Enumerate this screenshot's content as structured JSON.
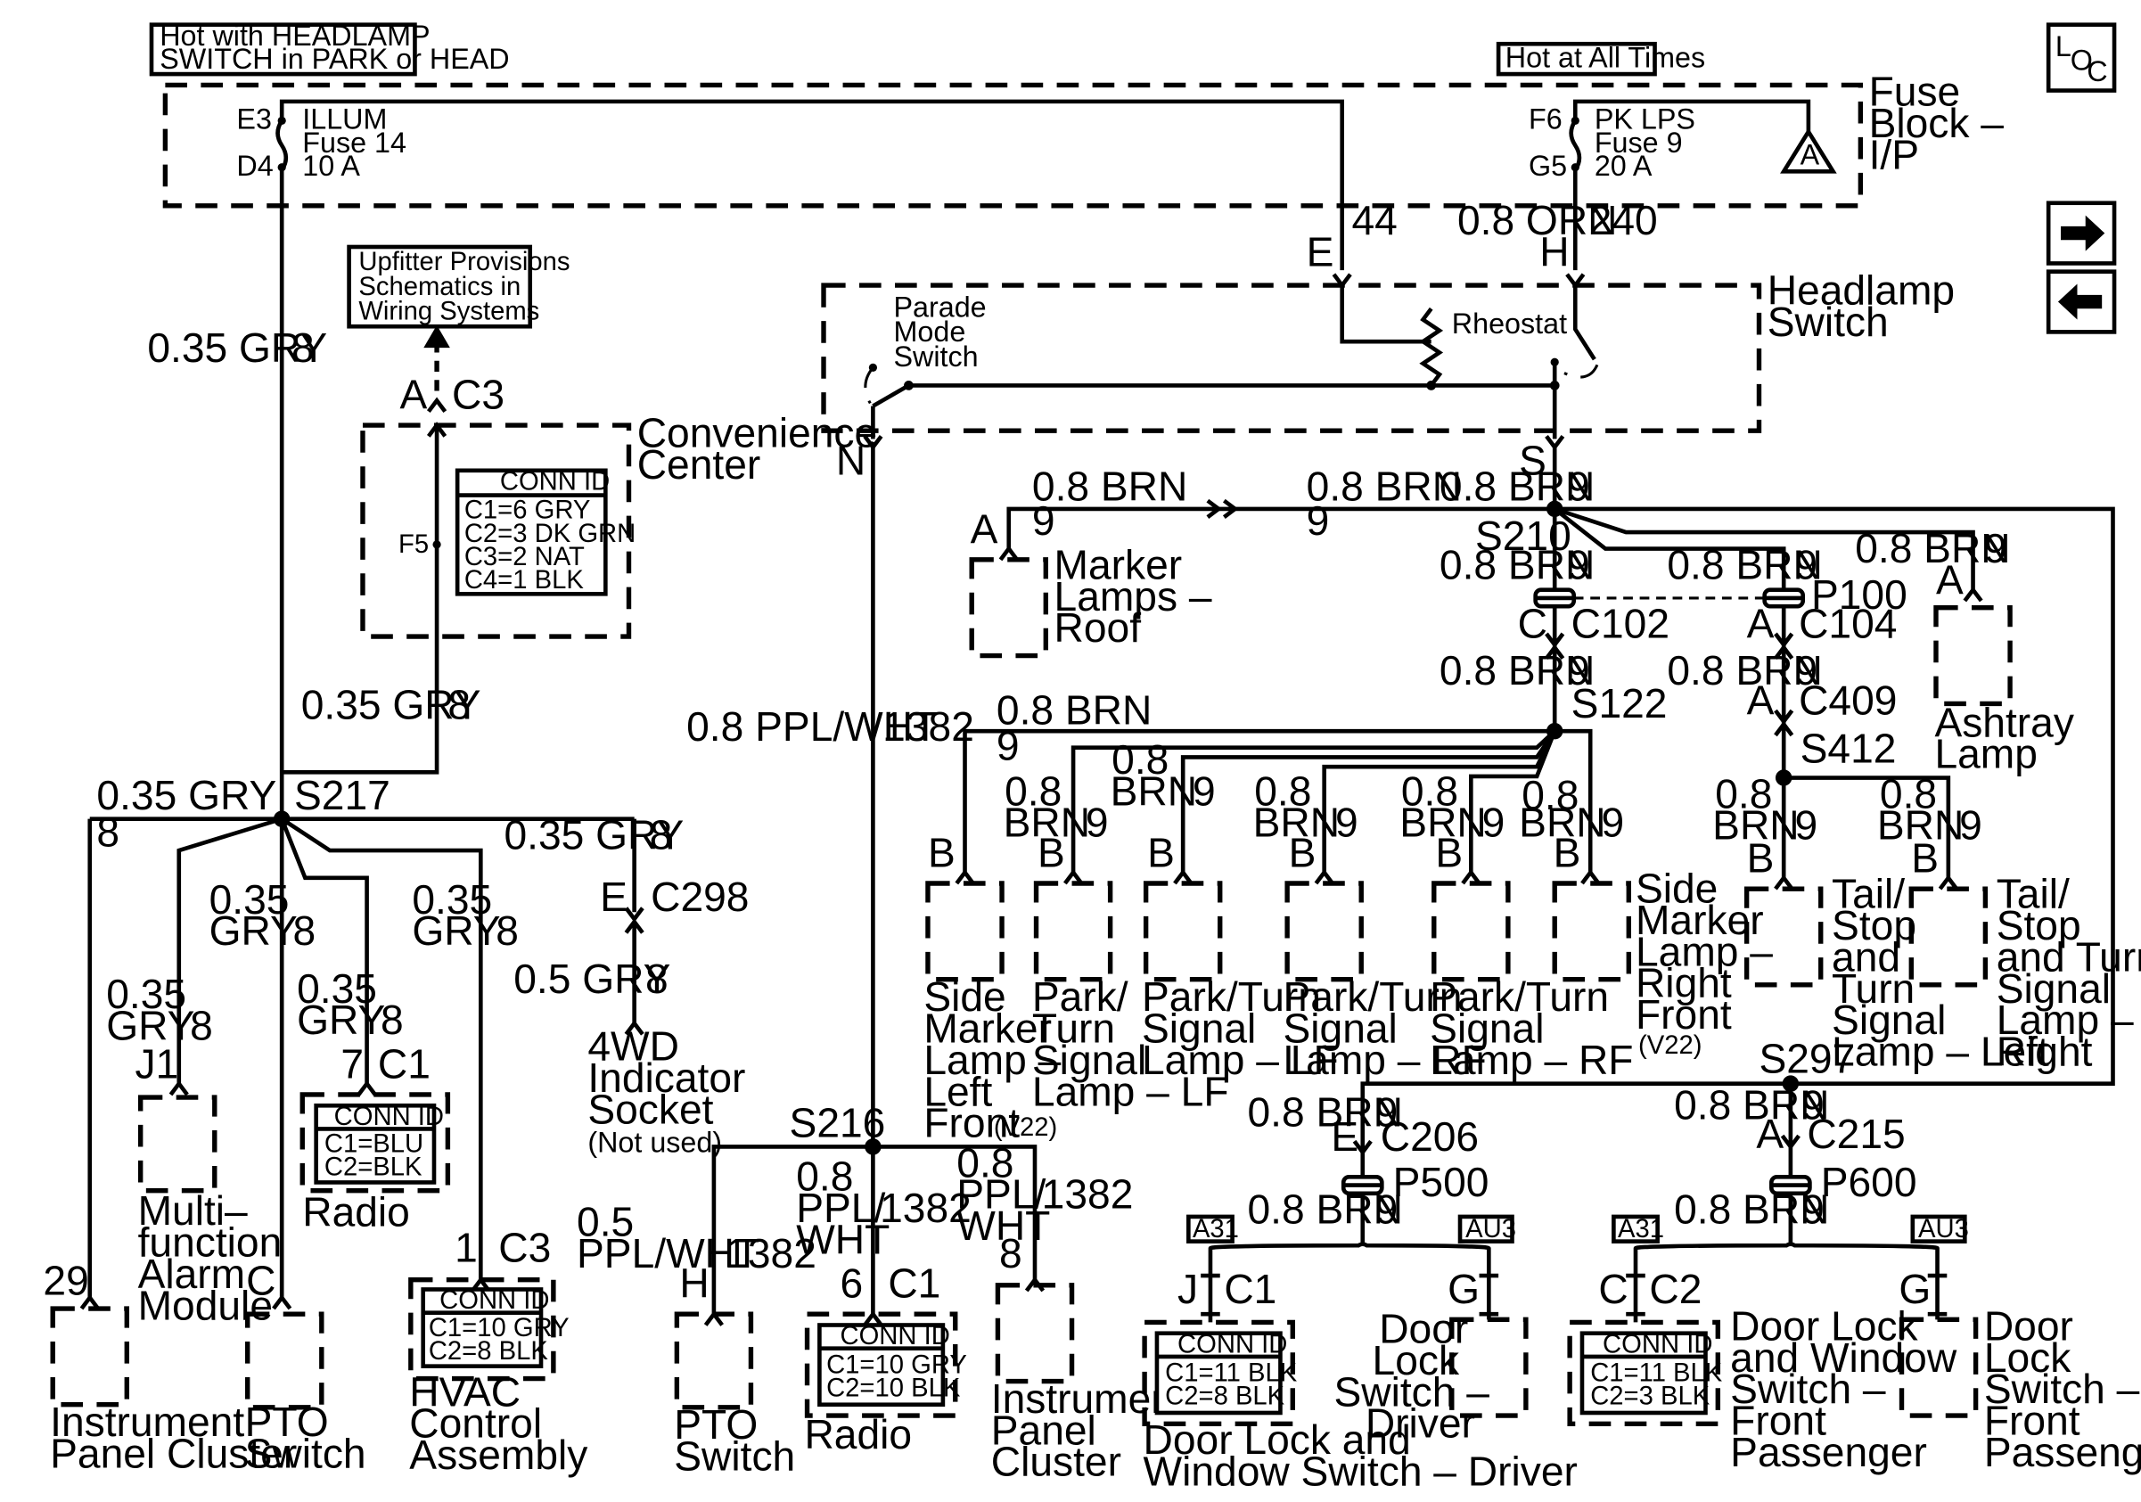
{
  "header": {
    "hot_headlamp": [
      "Hot with HEADLAMP",
      "SWITCH in PARK or HEAD"
    ],
    "hot_all_times": "Hot at All Times",
    "loc_icon": "LOC-icon"
  },
  "fuse_block": {
    "name": [
      "Fuse",
      "Block –",
      "I/P"
    ],
    "illum": {
      "top_pin": "E3",
      "bottom_pin": "D4",
      "lines": [
        "ILLUM",
        "Fuse 14",
        "10 A"
      ]
    },
    "pklps": {
      "top_pin": "F6",
      "bottom_pin": "G5",
      "lines": [
        "PK LPS",
        "Fuse 9",
        "20 A"
      ]
    },
    "triangle": "A"
  },
  "headlamp_switch": {
    "name": [
      "Headlamp",
      "Switch"
    ],
    "parade": [
      "Parade",
      "Mode",
      "Switch"
    ],
    "rheostat": "Rheostat",
    "pin_e": "E",
    "pin_h": "H",
    "pin_n": "N",
    "pin_s": "S"
  },
  "wires": {
    "w44": "44",
    "orn": "0.8 ORN",
    "w240": "240",
    "gry": "0.35 GRY",
    "gry_half": "0.5 GRY",
    "n8": "8",
    "n9": "9",
    "n29": "29",
    "brn": "0.8 BRN",
    "num_08": "0.8",
    "brn_word": "BRN",
    "pplwht": "0.8 PPL/WHT",
    "ppl_half": "0.5",
    "ppl_word": "PPL/WHT",
    "ppl_short": "PPL/",
    "wht": "WHT",
    "n1382": "1382",
    "num_035": "0.35",
    "gry_word": "GRY"
  },
  "upfitter": [
    "Upfitter Provisions",
    "Schematics in",
    "Wiring Systems"
  ],
  "convenience": {
    "name": [
      "Convenience",
      "Center"
    ],
    "pin_a": "A",
    "conn": "C3",
    "pin_f5": "F5",
    "conn_id": {
      "title": "CONN ID",
      "rows": [
        "C1=6 GRY",
        "C2=3 DK GRN",
        "C3=2 NAT",
        "C4=1 BLK"
      ]
    }
  },
  "splices": {
    "s217": "S217",
    "s216": "S216",
    "s210": "S210",
    "s122": "S122",
    "s412": "S412",
    "s297": "S297"
  },
  "connectors": {
    "c298_pin": "E",
    "c298": "C298",
    "c102_pin": "C",
    "c102": "C102",
    "p100": "P100",
    "c104_pin": "A",
    "c104": "C104",
    "c409_pin": "A",
    "c409": "C409",
    "c206_pin": "E",
    "c206": "C206",
    "c215_pin": "A",
    "c215": "C215",
    "p500": "P500",
    "p600": "P600",
    "pin_a": "A",
    "pin_b": "B",
    "pin_c": "C",
    "pin_g": "G",
    "pin_h": "H",
    "pin_j": "J",
    "c1": "C1",
    "c2": "C2",
    "c3": "C3",
    "j1": "J1",
    "n1": "1",
    "n6": "6",
    "n7": "7"
  },
  "options": {
    "a31": "A31",
    "au3": "AU3"
  },
  "components": {
    "marker_roof": [
      "Marker",
      "Lamps –",
      "Roof"
    ],
    "ashtray": [
      "Ashtray",
      "Lamp"
    ],
    "fwd_socket": [
      "4WD",
      "Indicator",
      "Socket"
    ],
    "not_used": "(Not used)",
    "side_marker_left": [
      "Side",
      "Marker",
      "Lamp –",
      "Left",
      "Front"
    ],
    "v22": "(V22)",
    "park_turn_lf": [
      "Park/",
      "Turn",
      "Signal",
      "Lamp – LF"
    ],
    "park_turn_signal_lf": [
      "Park/Turn",
      "Signal",
      "Lamp – LF"
    ],
    "park_turn_signal_rf": [
      "Park/Turn",
      "Signal",
      "Lamp – RF"
    ],
    "park_turn_rf_2": [
      "Park/Turn",
      "Signal",
      "Lamp – RF"
    ],
    "side_marker_right": [
      "Side",
      "Marker",
      "Lamp –",
      "Right",
      "Front"
    ],
    "tail_left": [
      "Tail/",
      "Stop",
      "and",
      "Turn",
      "Signal",
      "Lamp – Left"
    ],
    "tail_right": [
      "Tail/",
      "Stop",
      "and Turn",
      "Signal",
      "Lamp –",
      "Right"
    ],
    "multifunction": [
      "Multi–",
      "function",
      "Alarm",
      "Module"
    ],
    "radio": "Radio",
    "radio_conn": {
      "title": "CONN ID",
      "rows": [
        "C1=BLU",
        "C2=BLK"
      ]
    },
    "ipc": [
      "Instrument",
      "Panel Cluster"
    ],
    "pto": [
      "PTO",
      "Switch"
    ],
    "hvac": [
      "HVAC",
      "Control",
      "Assembly"
    ],
    "hvac_conn": {
      "title": "CONN ID",
      "rows": [
        "C1=10 GRY",
        "C2=8 BLK"
      ]
    },
    "radio2_conn": {
      "title": "CONN ID",
      "rows": [
        "C1=10 GRY",
        "C2=10 BLK"
      ]
    },
    "ipc2": [
      "Instrument",
      "Panel",
      "Cluster"
    ],
    "door_driver_conn": {
      "title": "CONN ID",
      "rows": [
        "C1=11 BLK",
        "C2=8 BLK"
      ]
    },
    "door_driver": [
      "Door Lock and",
      "Window Switch – Driver"
    ],
    "door_lock_driver": [
      "Door",
      "Lock",
      "Switch –",
      "Driver"
    ],
    "door_pass_conn": {
      "title": "CONN ID",
      "rows": [
        "C1=11 BLK",
        "C2=3 BLK"
      ]
    },
    "door_pass": [
      "Door Lock",
      "and Window",
      "Switch –",
      "Front",
      "Passenger"
    ],
    "door_lock_pass": [
      "Door",
      "Lock",
      "Switch –",
      "Front",
      "Passenger"
    ]
  },
  "navigation": {
    "next_icon": "arrow-right-icon",
    "prev_icon": "arrow-left-icon"
  }
}
